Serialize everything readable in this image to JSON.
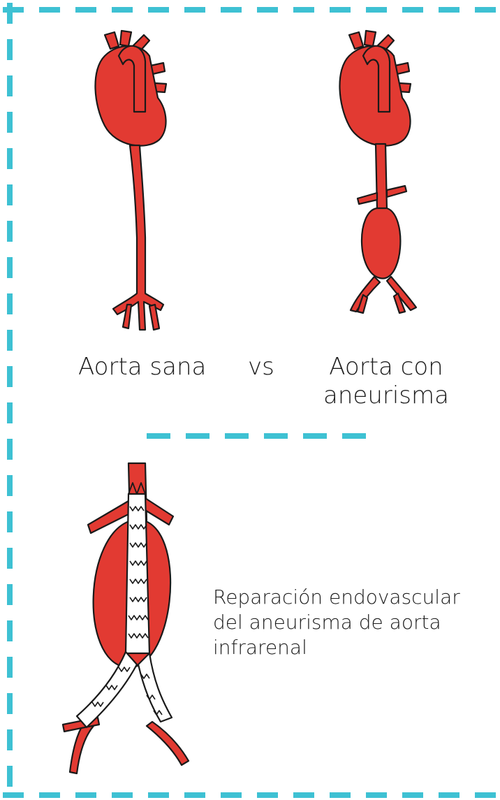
{
  "colors": {
    "frame_dash": "#3ec1d3",
    "artery_fill": "#e23a32",
    "outline": "#1a1a1a",
    "stent_fill": "#ffffff"
  },
  "labels": {
    "healthy": "Aorta sana",
    "vs": "vs",
    "aneurysm": "Aorta con aneurisma"
  },
  "caption": "Reparación endovascular del aneurisma de aorta infrarenal",
  "icons": [
    "healthy-aorta-illustration",
    "aneurysm-aorta-illustration",
    "endovascular-stent-illustration"
  ]
}
